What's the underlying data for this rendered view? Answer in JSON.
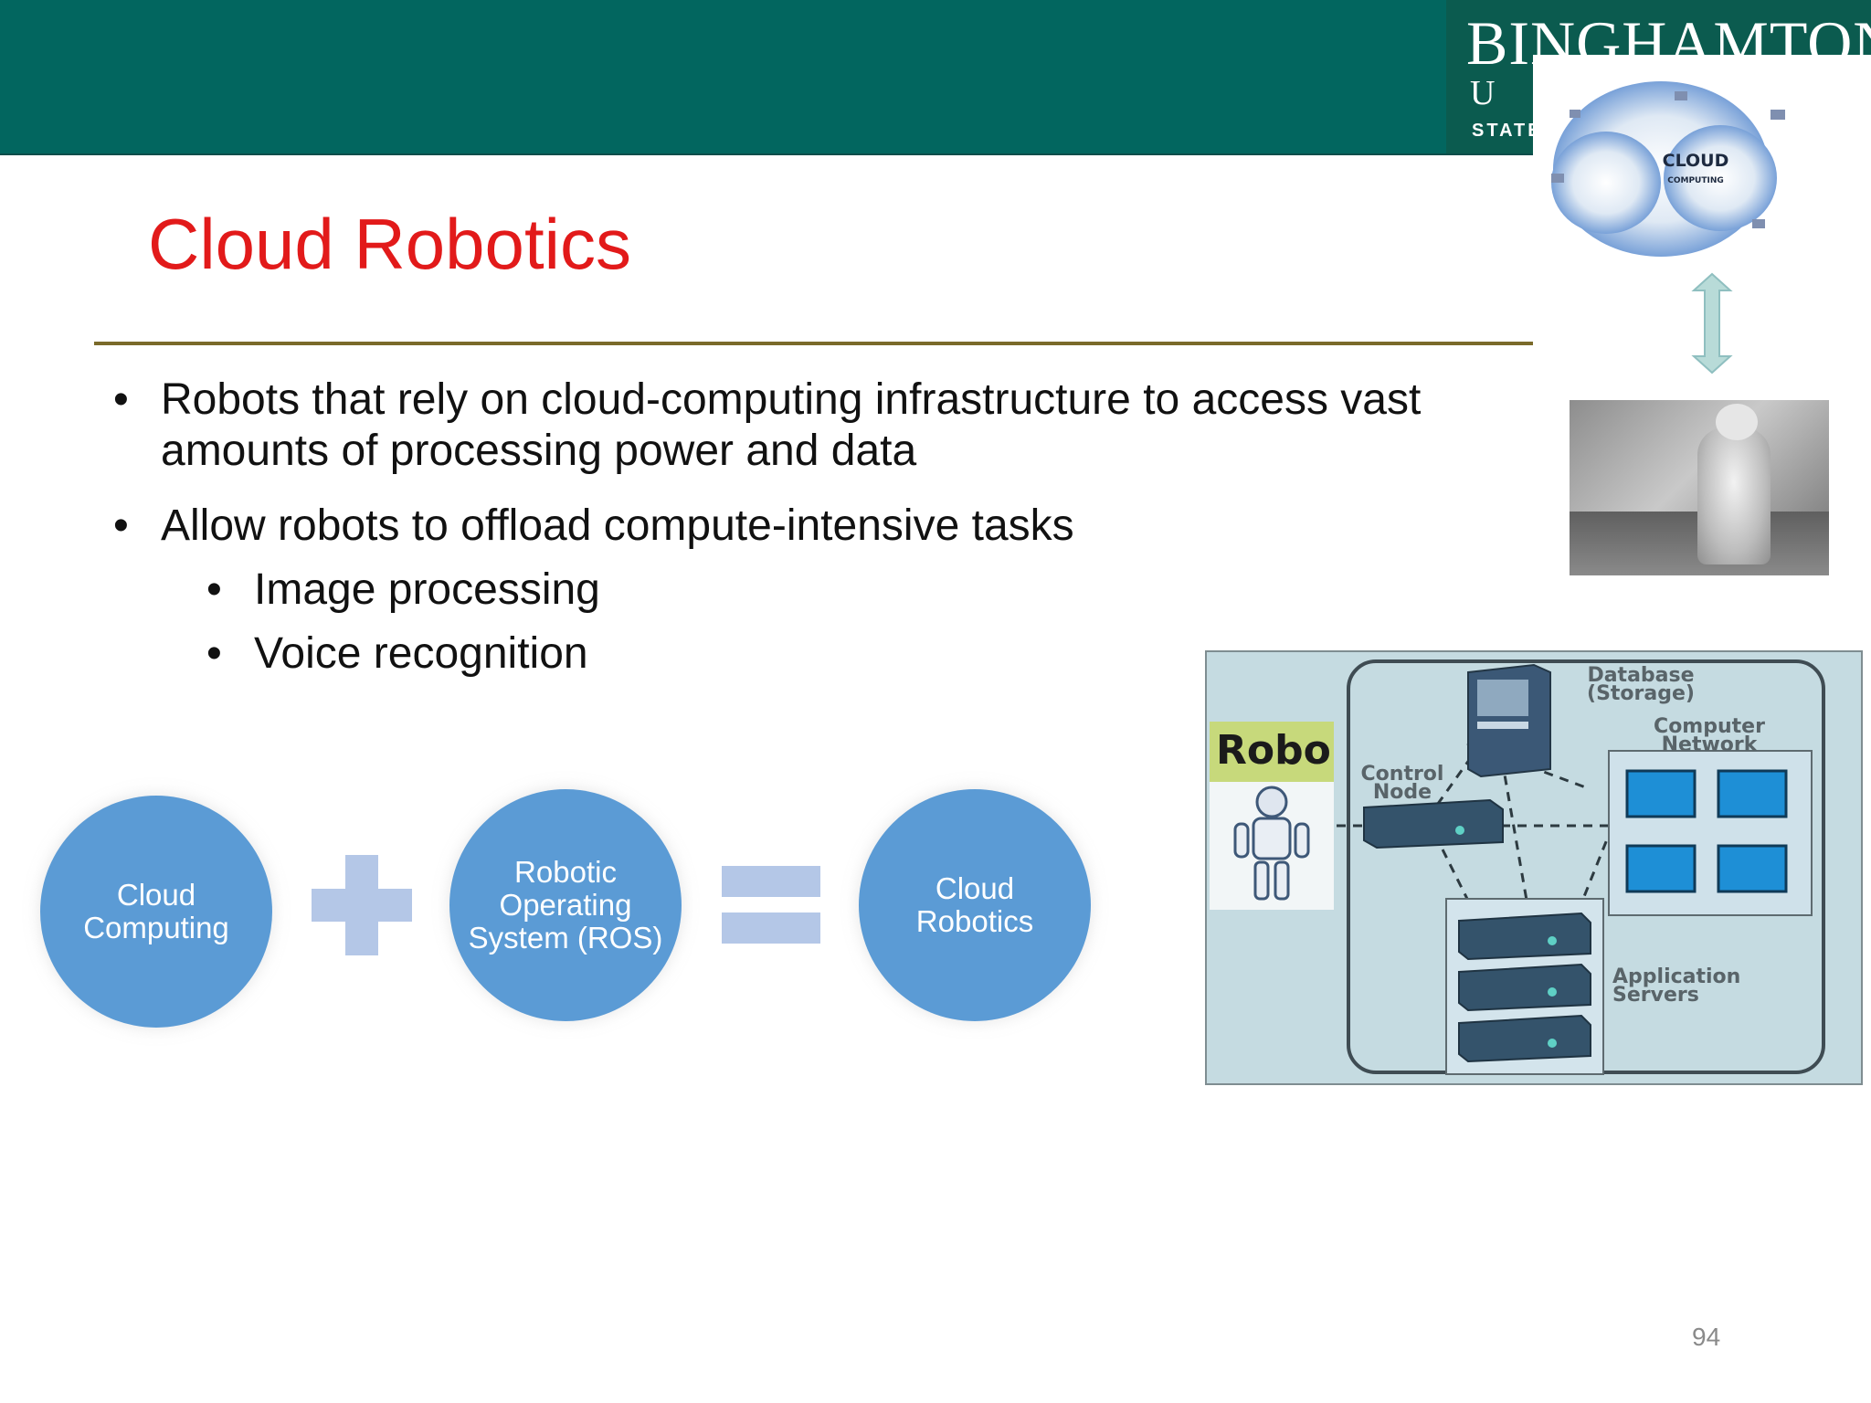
{
  "header": {
    "logo_line1": "BINGHAMTON",
    "logo_line2": "U N",
    "logo_line3": "STATE"
  },
  "slide": {
    "title": "Cloud Robotics",
    "bullets": [
      {
        "text": "Robots that rely on cloud-computing infrastructure to access vast amounts of processing power and data"
      },
      {
        "text": "Allow robots to offload compute-intensive tasks"
      }
    ],
    "sub_bullets": [
      {
        "text": "Image processing"
      },
      {
        "text": "Voice recognition"
      }
    ],
    "bullet_symbol": "•",
    "equation": {
      "term1": "Cloud Computing",
      "term2": "Robotic Operating System (ROS)",
      "result": "Cloud Robotics",
      "operator_plus": "plus-icon",
      "operator_equals": "equals-icon"
    },
    "page_number": "94"
  },
  "images": {
    "cloud_label_1": "CLOUD",
    "cloud_label_2": "COMPUTING",
    "diagram": {
      "robo_label": "Robo",
      "database_label_1": "Database",
      "database_label_2": "(Storage)",
      "network_label_1": "Computer",
      "network_label_2": "Network",
      "control_label_1": "Control",
      "control_label_2": "Node",
      "app_label_1": "Application",
      "app_label_2": "Servers"
    }
  },
  "colors": {
    "header_bg": "#02665f",
    "title_red": "#e21a1a",
    "circle_blue": "#5b9bd5",
    "operator_blue": "#b4c7e7",
    "rule_olive": "#7a6a2a",
    "diagram_bg": "#c5dbe1"
  }
}
